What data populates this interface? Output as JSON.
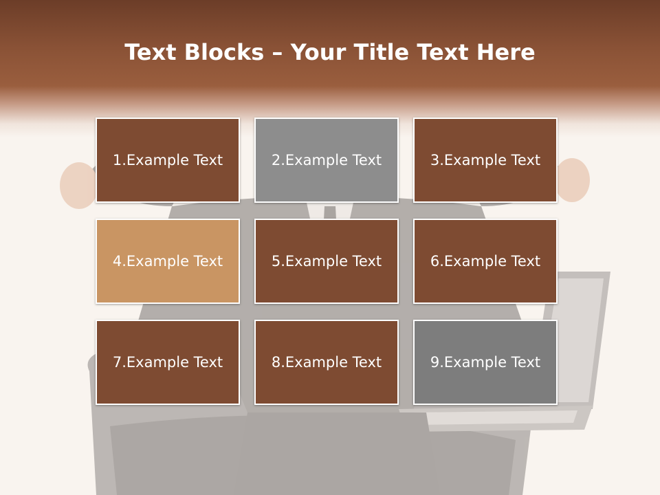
{
  "title": {
    "bold_part": "Text Blocks",
    "rest": " – Your Title Text Here"
  },
  "colors": {
    "brown": "#7e4b32",
    "gray_light": "#8d8d8d",
    "tan": "#c99563",
    "gray_dark": "#7d7d7d"
  },
  "blocks": [
    {
      "label": "1.Example Text",
      "color": "#7e4b32"
    },
    {
      "label": "2.Example Text",
      "color": "#8d8d8d"
    },
    {
      "label": "3.Example Text",
      "color": "#7e4b32"
    },
    {
      "label": "4.Example Text",
      "color": "#c99563"
    },
    {
      "label": "5.Example Text",
      "color": "#7e4b32"
    },
    {
      "label": "6.Example Text",
      "color": "#7e4b32"
    },
    {
      "label": "7.Example Text",
      "color": "#7e4b32"
    },
    {
      "label": "8.Example Text",
      "color": "#7e4b32"
    },
    {
      "label": "9.Example Text",
      "color": "#7d7d7d"
    }
  ]
}
